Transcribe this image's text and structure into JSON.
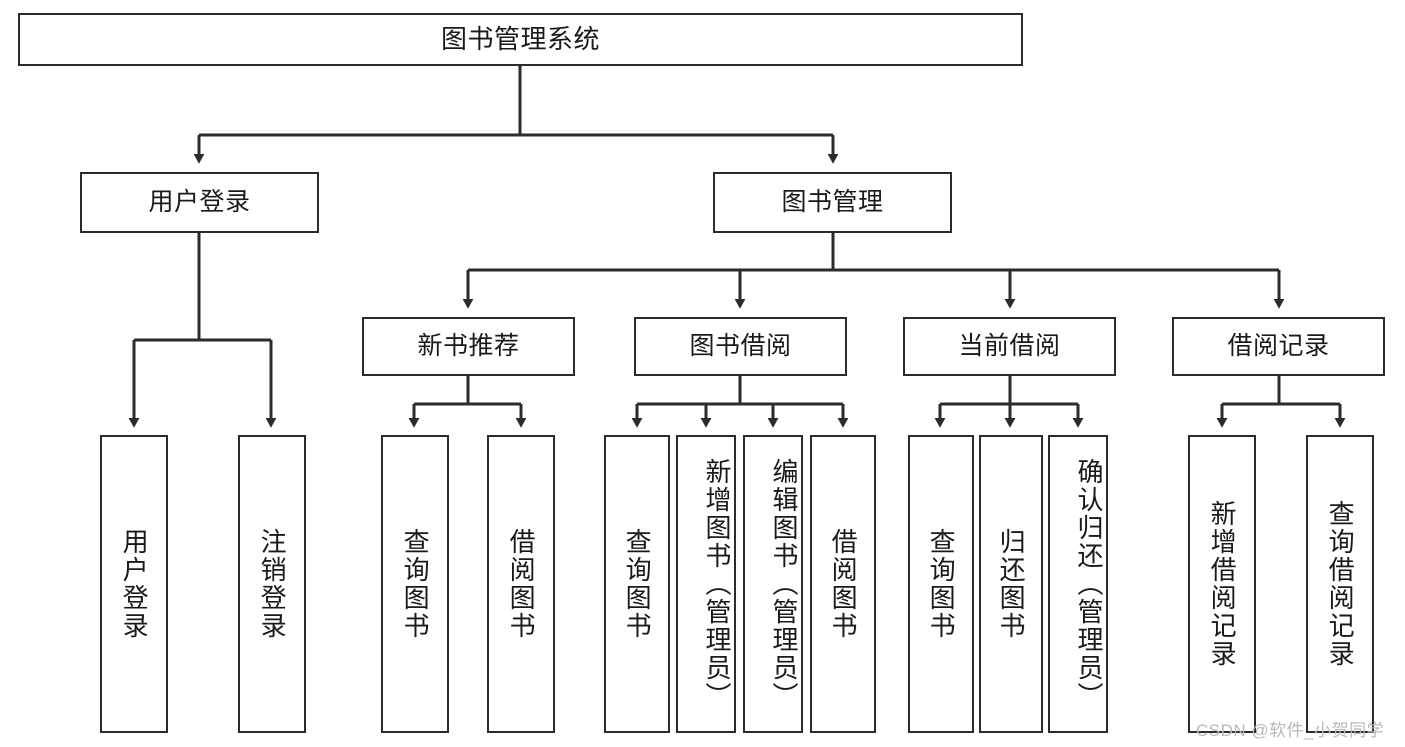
{
  "diagram": {
    "title": "图书管理系统",
    "type": "tree-hierarchy-diagram",
    "line_color": "#2b2b2b",
    "box_fill": "#ffffff",
    "background": "#ffffff",
    "text_color": "#1a1a1a"
  },
  "nodes": {
    "root": {
      "label": "图书管理系统"
    },
    "level1": [
      {
        "label": "用户登录"
      },
      {
        "label": "图书管理"
      }
    ],
    "level2": [
      {
        "label": "新书推荐"
      },
      {
        "label": "图书借阅"
      },
      {
        "label": "当前借阅"
      },
      {
        "label": "借阅记录"
      }
    ],
    "leaves": {
      "user_login": [
        {
          "label": "用户登录"
        },
        {
          "label": "注销登录"
        }
      ],
      "new_book": [
        {
          "label": "查询图书"
        },
        {
          "label": "借阅图书"
        }
      ],
      "book_borrow": [
        {
          "label": "查询图书"
        },
        {
          "label": "新增图书（管理员）"
        },
        {
          "label": "编辑图书（管理员）"
        },
        {
          "label": "借阅图书"
        }
      ],
      "current_borrow": [
        {
          "label": "查询图书"
        },
        {
          "label": "归还图书"
        },
        {
          "label": "确认归还（管理员）"
        }
      ],
      "borrow_record": [
        {
          "label": "新增借阅记录"
        },
        {
          "label": "查询借阅记录"
        }
      ]
    }
  },
  "watermark": {
    "text": "CSDN @软件_小贺同学",
    "color": "#b9b9b9"
  }
}
